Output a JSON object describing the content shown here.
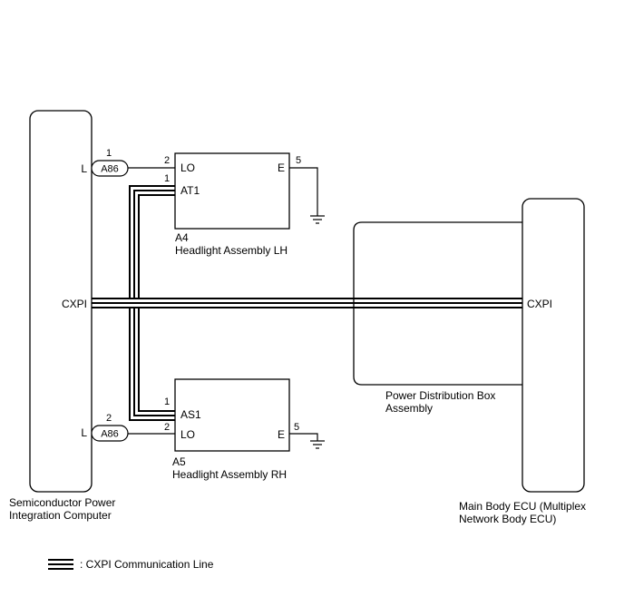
{
  "components": {
    "semiconductor_power": {
      "name_line1": "Semiconductor Power",
      "name_line2": "Integration Computer",
      "pin_cxpi": "CXPI",
      "pin_l_top": "L",
      "pin_l_bottom": "L"
    },
    "headlight_lh": {
      "code": "A4",
      "name": "Headlight Assembly LH",
      "pin_lo": "LO",
      "pin_at1": "AT1",
      "pin_e": "E",
      "pin_lo_no": "2",
      "pin_at1_no": "1",
      "pin_e_no": "5"
    },
    "headlight_rh": {
      "code": "A5",
      "name": "Headlight Assembly RH",
      "pin_lo": "LO",
      "pin_as1": "AS1",
      "pin_e": "E",
      "pin_lo_no": "2",
      "pin_as1_no": "1",
      "pin_e_no": "5"
    },
    "power_distribution_box": {
      "name_line1": "Power Distribution Box",
      "name_line2": "Assembly"
    },
    "main_body_ecu": {
      "name_line1": "Main Body ECU (Multiplex",
      "name_line2": "Network Body ECU)",
      "pin_cxpi": "CXPI"
    }
  },
  "connectors": {
    "top": {
      "code": "A86",
      "pin": "1"
    },
    "bottom": {
      "code": "A86",
      "pin": "2"
    }
  },
  "legend": {
    "text": ": CXPI Communication Line"
  }
}
